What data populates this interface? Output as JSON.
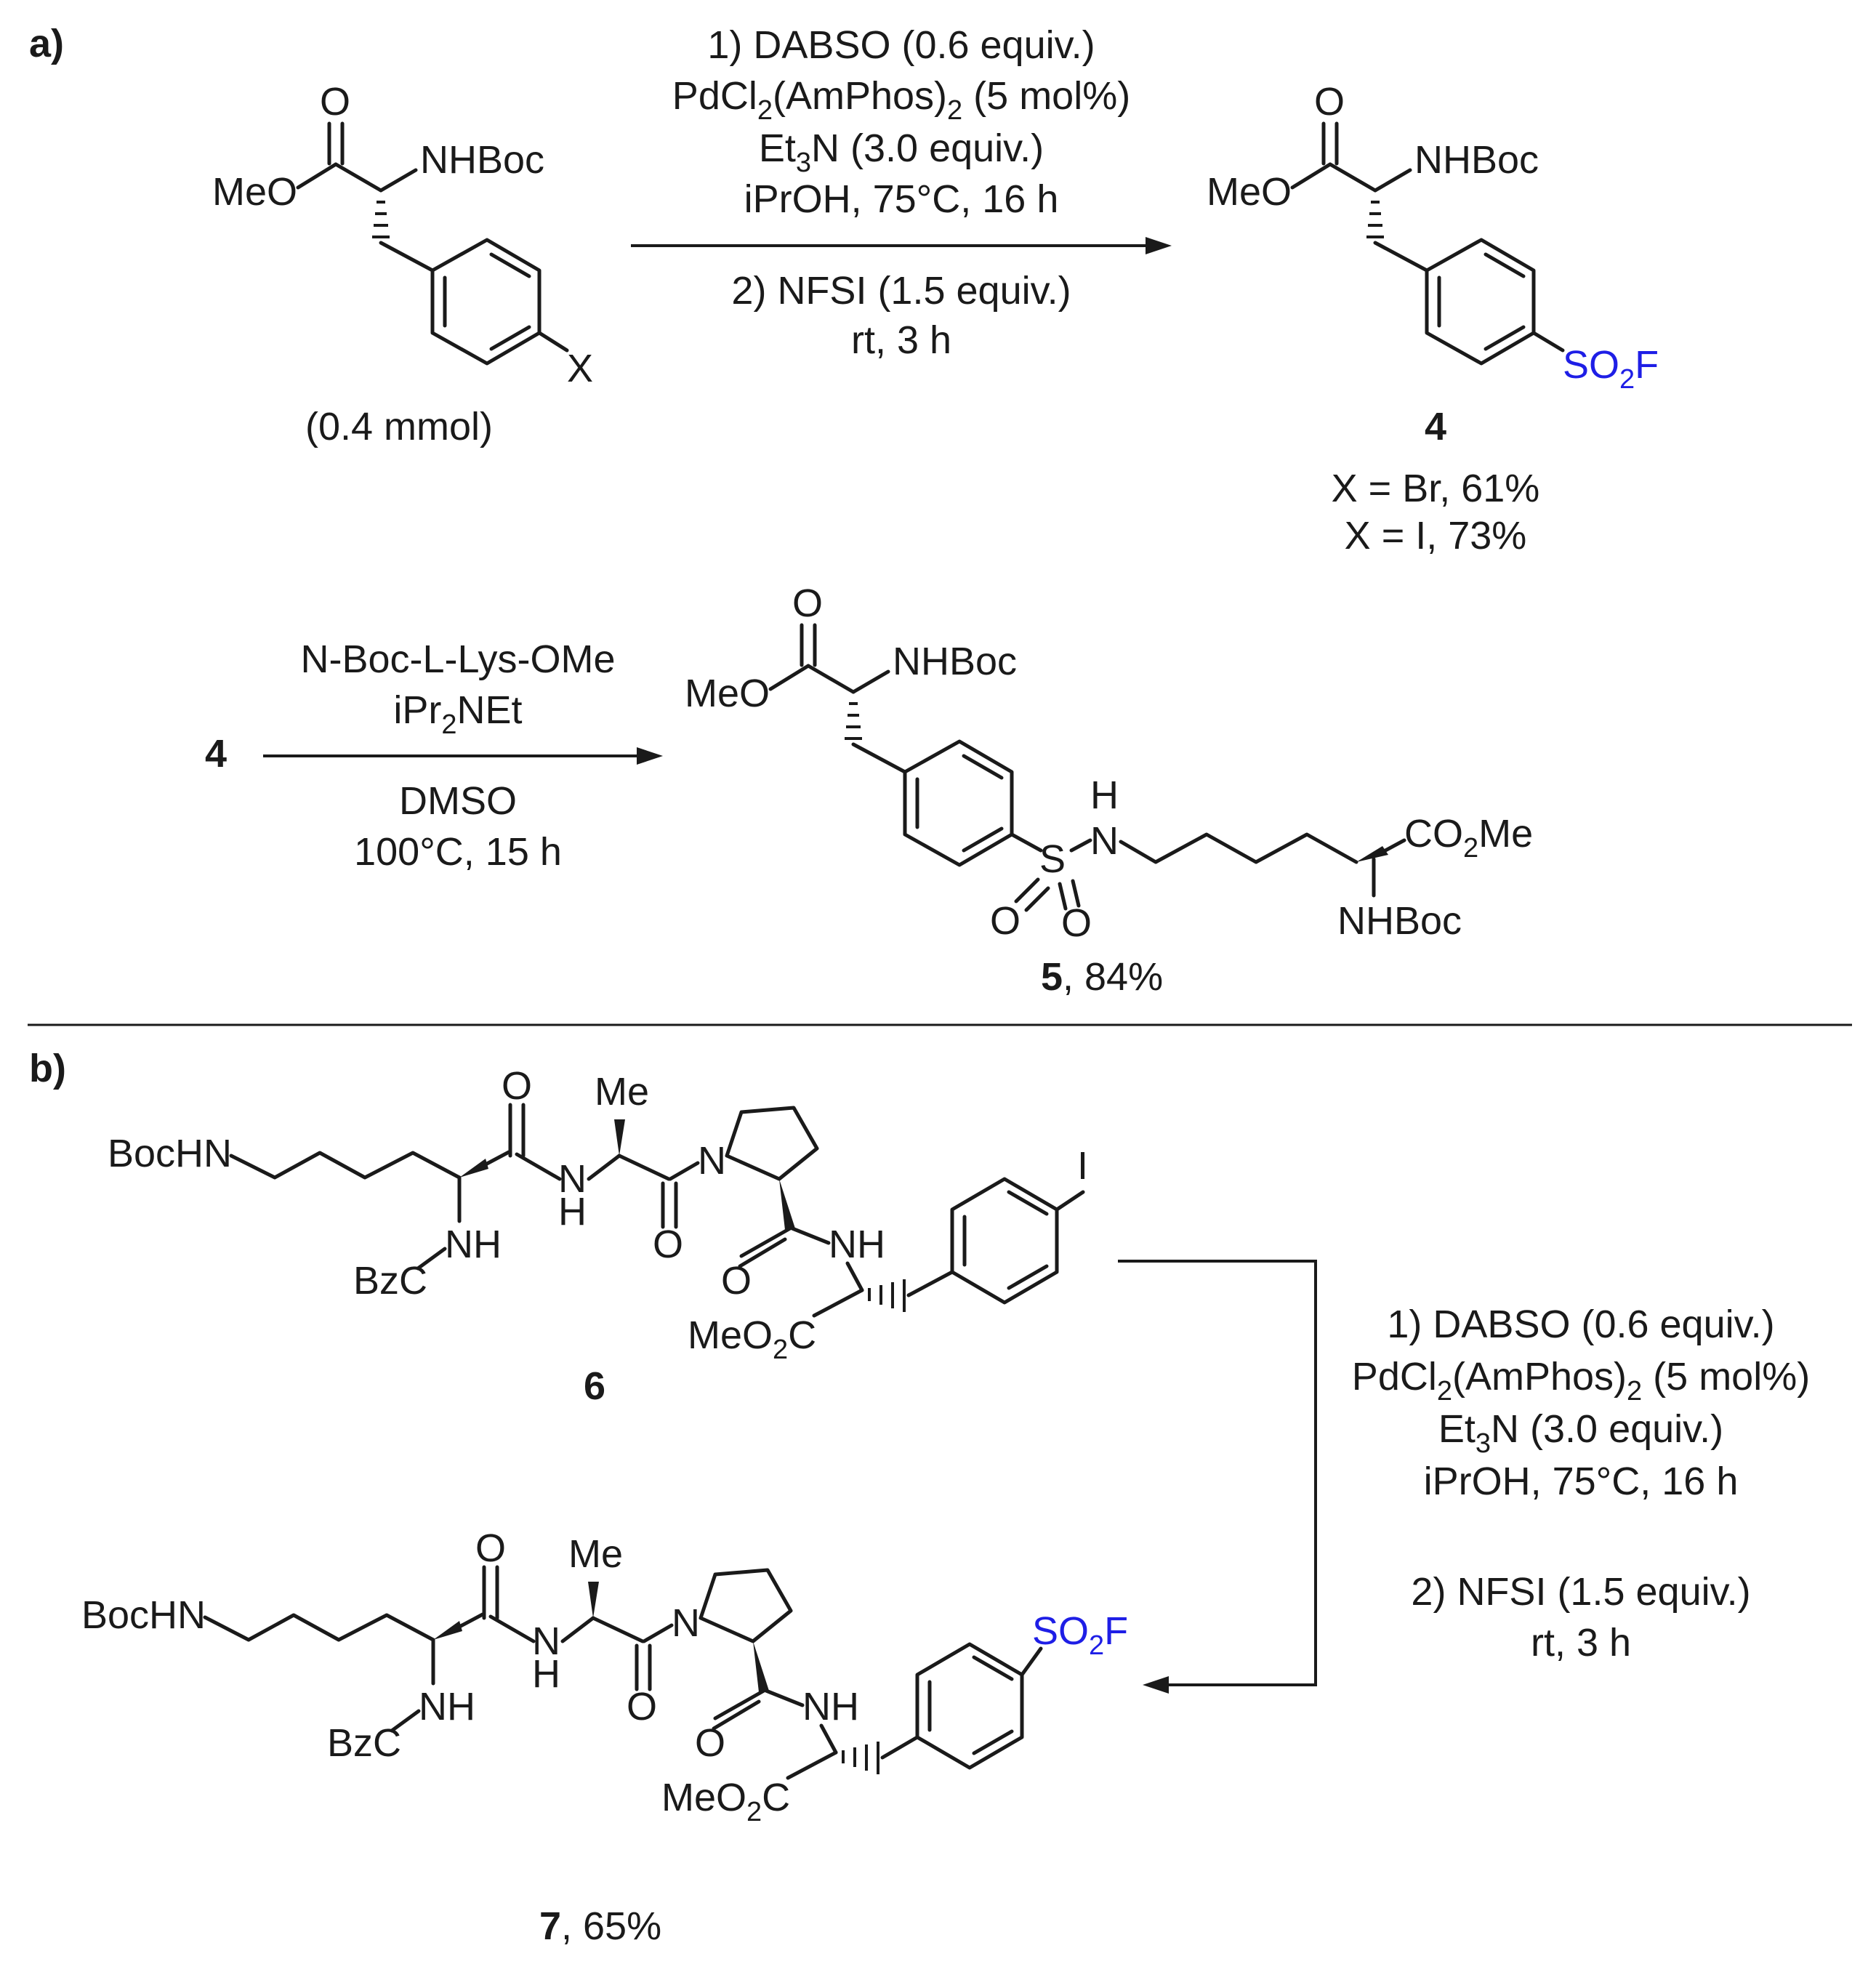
{
  "panels": {
    "a_label": "a)",
    "b_label": "b)"
  },
  "reaction_a1": {
    "conditions": [
      "1) DABSO (0.6 equiv.)",
      "PdCl2(AmPhos)2 (5 mol%)",
      "Et3N (3.0 equiv.)",
      "iPrOH, 75°C, 16 h",
      "2) NFSI (1.5 equiv.)",
      "rt, 3 h"
    ],
    "substrate_amount": "(0.4 mmol)",
    "product_number": "4",
    "yields": [
      "X = Br, 61%",
      "X = I, 73%"
    ]
  },
  "reaction_a2": {
    "reactant": "4",
    "conditions_above": [
      "N-Boc-L-Lys-OMe",
      "iPr2NEt"
    ],
    "conditions_below": [
      "DMSO",
      "100°C, 15 h"
    ],
    "product_number": "5",
    "product_yield": ", 84%"
  },
  "reaction_b": {
    "substrate_number": "6",
    "conditions": [
      "1) DABSO (0.6 equiv.)",
      "PdCl2(AmPhos)2 (5 mol%)",
      "Et3N (3.0 equiv.)",
      "iPrOH, 75°C, 16 h",
      "2) NFSI (1.5 equiv.)",
      "rt, 3 h"
    ],
    "product_number": "7",
    "product_yield": ", 65%"
  },
  "atoms": {
    "O": "O",
    "Me": "Me",
    "MeO": "MeO",
    "NHBoc": "NHBoc",
    "X": "X",
    "SO2F": "SO2F",
    "S": "S",
    "N": "N",
    "H": "H",
    "CO2Me": "CO2Me",
    "BocHN": "BocHN",
    "NH": "NH",
    "BzC": "BzC",
    "MeO2C": "MeO2C",
    "I": "I"
  },
  "colors": {
    "sulfonyl_fluoride": "#1e1ee6",
    "ink": "#1a1a1a"
  }
}
